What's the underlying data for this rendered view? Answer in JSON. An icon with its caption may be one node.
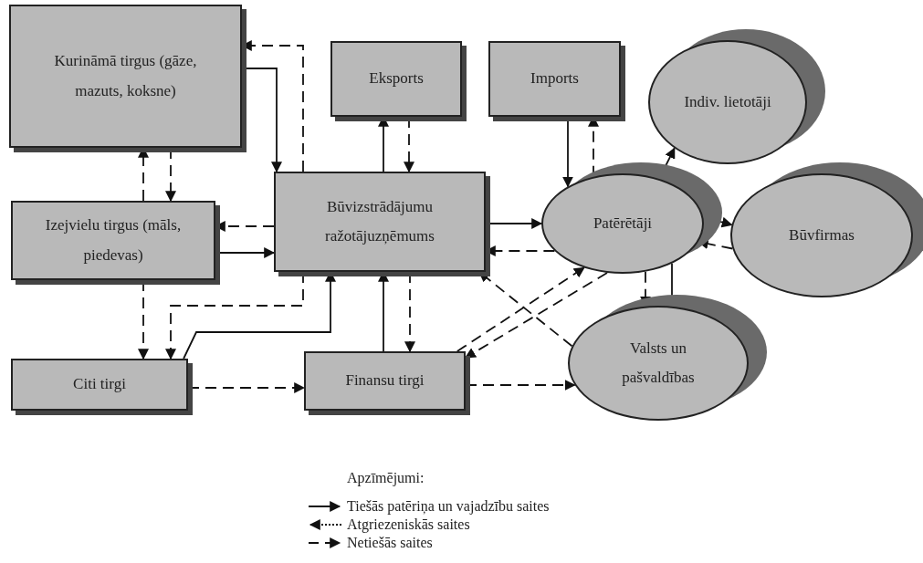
{
  "diagram": {
    "nodes": [
      {
        "text": [
          "Kurināmā tirgus (gāze, mazuts, koksne)"
        ]
      },
      {
        "text": [
          "Eksports"
        ]
      },
      {
        "text": [
          "Imports"
        ]
      },
      {
        "text": [
          "Indiv. lietotāji"
        ]
      },
      {
        "text": [
          "Izejvielu tirgus (māls, piedevas)"
        ]
      },
      {
        "text": [
          "Būvizstrādājumu ražotājuzņēmums"
        ]
      },
      {
        "text": [
          "Patērētāji"
        ]
      },
      {
        "text": [
          "Būvfirmas"
        ]
      },
      {
        "text": [
          "Citi tirgi"
        ]
      },
      {
        "text": [
          "Finansu tirgi"
        ]
      },
      {
        "text": [
          "Valsts un pašvaldības"
        ]
      }
    ],
    "edges": [
      {
        "from": 0,
        "to": 5,
        "arrow": "to"
      },
      {
        "from": 5,
        "to": 0,
        "arrow": "to",
        "style": "dashed"
      },
      {
        "from": 4,
        "to": 0,
        "arrow": "to",
        "style": "dashed"
      },
      {
        "from": 0,
        "to": 4,
        "arrow": "to",
        "style": "dashed"
      },
      {
        "from": 5,
        "to": 1,
        "arrow": "to"
      },
      {
        "from": 1,
        "to": 5,
        "arrow": "to",
        "style": "dashed"
      },
      {
        "from": 5,
        "to": 4,
        "arrow": "to",
        "style": "dashed"
      },
      {
        "from": 4,
        "to": 5,
        "arrow": "to"
      },
      {
        "from": 2,
        "to": 6,
        "arrow": "to"
      },
      {
        "from": 6,
        "to": 2,
        "arrow": "to",
        "style": "dashed"
      },
      {
        "from": 5,
        "to": 6,
        "arrow": "to"
      },
      {
        "from": 6,
        "to": 5,
        "arrow": "to",
        "style": "dashed"
      },
      {
        "from": 6,
        "to": 3,
        "arrow": "to"
      },
      {
        "from": 6,
        "to": 7,
        "arrow": "to"
      },
      {
        "from": 7,
        "to": 6,
        "arrow": "to",
        "style": "dashed"
      },
      {
        "from": 6,
        "to": 10,
        "arrow": "to",
        "style": "dashed"
      },
      {
        "from": 6,
        "to": 10,
        "arrow": "to"
      },
      {
        "from": 5,
        "to": 8,
        "arrow": "to",
        "style": "dashed"
      },
      {
        "from": 8,
        "to": 5,
        "arrow": "to"
      },
      {
        "from": 4,
        "to": 8,
        "arrow": "to",
        "style": "dashed"
      },
      {
        "from": 9,
        "to": 5,
        "arrow": "to"
      },
      {
        "from": 5,
        "to": 9,
        "arrow": "to",
        "style": "dashed"
      },
      {
        "from": 10,
        "to": 5,
        "arrow": "to",
        "style": "dashed"
      },
      {
        "from": 9,
        "to": 6,
        "arrow": "to",
        "style": "dashed"
      },
      {
        "from": 6,
        "to": 9,
        "arrow": "to",
        "style": "dashed"
      },
      {
        "from": 8,
        "to": 9,
        "arrow": "to",
        "style": "dashed"
      },
      {
        "from": 9,
        "to": 10,
        "arrow": "to",
        "style": "dashed"
      }
    ],
    "labels": [
      "Apzīmējumi:"
    ],
    "legend": [
      {
        "text": "Tiešās patēriņa un vajadzību saites"
      },
      {
        "text": "Atgriezeniskās saites"
      },
      {
        "text": "Netiešās saites"
      }
    ]
  }
}
